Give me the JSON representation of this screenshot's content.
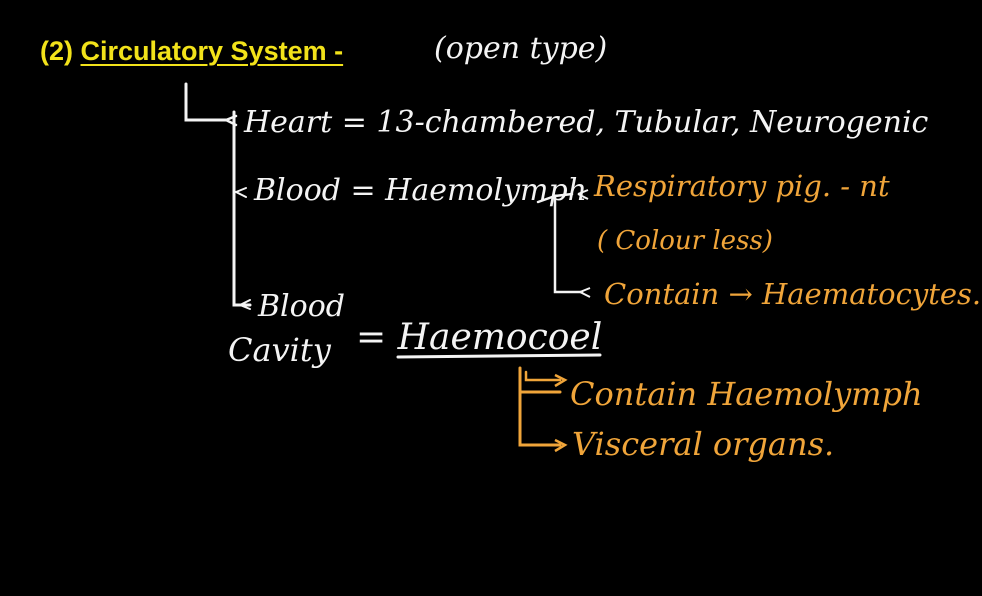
{
  "heading": {
    "number": "(2)",
    "title": "Circulatory System -"
  },
  "notes": {
    "type": "(open type)",
    "heart": "Heart  = 13-chambered, Tubular, Neurogenic",
    "blood": "Blood = Haemolymph",
    "respiratory": "Respiratory pig. - nt",
    "colourless": "( Colour less)",
    "contain_cells": "Contain → Haematocytes.",
    "blood_label": "Blood",
    "cavity_label": "Cavity",
    "cavity_value": "= Haemocoel",
    "contain_haemolymph": "Contain Haemolymph",
    "visceral": "Visceral organs."
  },
  "colors": {
    "background": "#000000",
    "heading": "#f2e21a",
    "ink_white": "#f4f4f4",
    "ink_orange": "#f0a53a"
  }
}
